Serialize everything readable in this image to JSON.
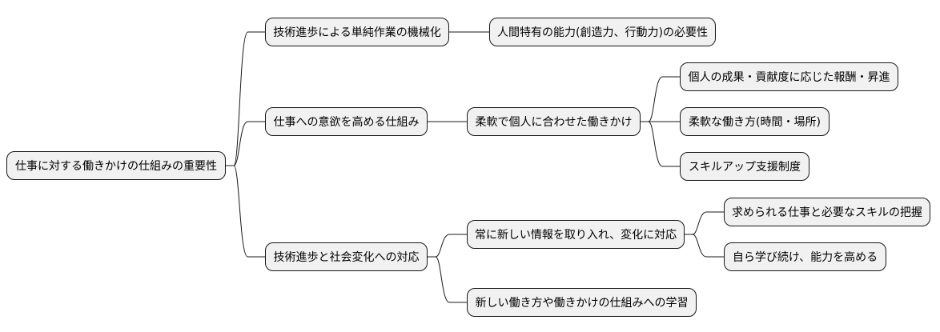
{
  "mindmap": {
    "root": {
      "label": "仕事に対する働きかけの仕組みの重要性"
    },
    "branches": [
      {
        "label": "技術進歩による単純作業の機械化",
        "children": [
          {
            "label": "人間特有の能力(創造力、行動力)の必要性"
          }
        ]
      },
      {
        "label": "仕事への意欲を高める仕組み",
        "children": [
          {
            "label": "柔軟で個人に合わせた働きかけ",
            "children": [
              {
                "label": "個人の成果・貢献度に応じた報酬・昇進"
              },
              {
                "label": "柔軟な働き方(時間・場所)"
              },
              {
                "label": "スキルアップ支援制度"
              }
            ]
          }
        ]
      },
      {
        "label": "技術進歩と社会変化への対応",
        "children": [
          {
            "label": "常に新しい情報を取り入れ、変化に対応",
            "children": [
              {
                "label": "求められる仕事と必要なスキルの把握"
              },
              {
                "label": "自ら学び続け、能力を高める"
              }
            ]
          },
          {
            "label": "新しい働き方や働きかけの仕組みへの学習"
          }
        ]
      }
    ]
  },
  "colors": {
    "node_fill": "#f1f1f1",
    "node_border": "#181818",
    "edge": "#181818",
    "background": "#ffffff"
  }
}
